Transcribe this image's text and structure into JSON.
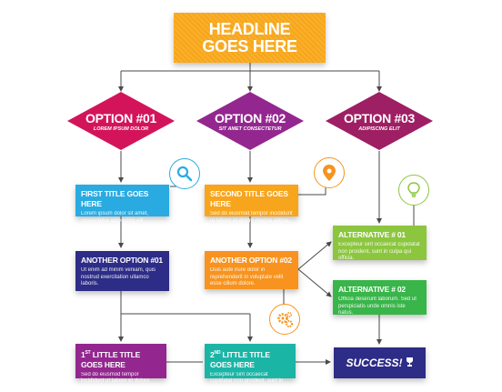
{
  "headline": "HEADLINE GOES HERE",
  "options": [
    {
      "title": "OPTION #01",
      "subtitle": "LOREM IPSUM DOLOR",
      "color": "#d4145a"
    },
    {
      "title": "OPTION #02",
      "subtitle": "SIT AMET CONSECTETUR",
      "color": "#93278f"
    },
    {
      "title": "OPTION #03",
      "subtitle": "ADIPISCING ELIT",
      "color": "#9e1f63"
    }
  ],
  "boxes": {
    "first_title": {
      "title": "FIRST TITLE GOES HERE",
      "body": "Lorem ipsum dolor sit amet, consectetur adipiscing elit.",
      "color": "#29abe2"
    },
    "second_title": {
      "title": "SECOND TITLE GOES HERE",
      "body": "Sed do eiusmod tempor incididunt ut labore et dolore magna aliqua.",
      "color": "#f7a51c"
    },
    "another_option_01": {
      "title": "ANOTHER OPTION #01",
      "body": "Ut enim ad minim veniam, quis nostrud exercitation ullamco laboris.",
      "color": "#2d2c86"
    },
    "another_option_02": {
      "title": "ANOTHER OPTION #02",
      "body": "Duis aute irure dolor in reprehenderit in voluptate velit esse cillum dolore.",
      "color": "#f7931e"
    },
    "alternative_01": {
      "title": "ALTERNATIVE # 01",
      "body": "Excepteur sint occaecat cupidatat non proident, sunt in culpa qui officia.",
      "color": "#8cc63f"
    },
    "alternative_02": {
      "title": "ALTERNATIVE # 02",
      "body": "Officia deserunt laborum. Sed ut perspiciatis unde omnis iste natus.",
      "color": "#39b54a"
    },
    "little_title_1": {
      "title_num": "1",
      "title_sup": "ST",
      "title_rest": " LITTLE TITLE GOES HERE",
      "body": "Sed do eiusmod tempor incididunt ut labore et dolore magna aliqua.",
      "color": "#93278f"
    },
    "little_title_2": {
      "title_num": "2",
      "title_sup": "ND",
      "title_rest": " LITTLE TITLE GOES HERE",
      "body": "Excepteur sint occaecat cupidatat non proident, sunt in culpa qui officia.",
      "color": "#1bb5a6"
    }
  },
  "success": "SUCCESS!",
  "icons": {
    "search": "search-icon",
    "location": "location-pin-icon",
    "idea": "lightbulb-icon",
    "settings": "gears-icon"
  },
  "colors": {
    "line": "#4a4a4a",
    "search_ring": "#29abe2",
    "pin_ring": "#f7931e",
    "bulb_ring": "#8cc63f",
    "gear_ring": "#f7931e"
  }
}
